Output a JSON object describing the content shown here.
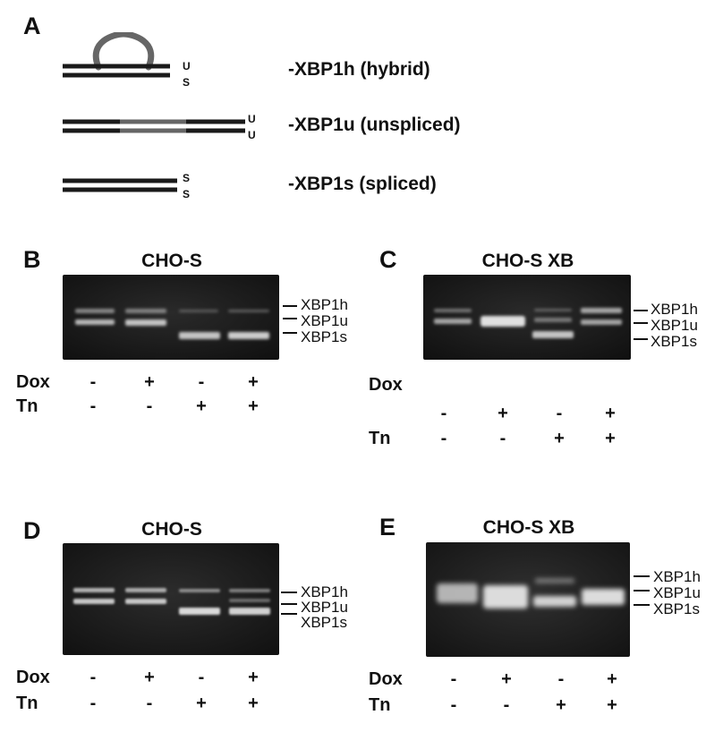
{
  "panel_a": {
    "letter": "A",
    "rows": [
      {
        "label": "-XBP1h (hybrid)",
        "top": "U",
        "bottom": "S"
      },
      {
        "label": "-XBP1u (unspliced)",
        "top": "U",
        "bottom": "U"
      },
      {
        "label": "-XBP1s (spliced)",
        "top": "S",
        "bottom": "S"
      }
    ]
  },
  "gels": [
    {
      "letter": "B",
      "title": "CHO-S",
      "bands": [
        "XBP1h",
        "XBP1u",
        "XBP1s"
      ],
      "dox": [
        "-",
        "+",
        "-",
        "+"
      ],
      "tn": [
        "-",
        "-",
        "+",
        "+"
      ]
    },
    {
      "letter": "C",
      "title": "CHO-S XB",
      "bands": [
        "XBP1h",
        "XBP1u",
        "XBP1s"
      ],
      "dox": [
        "-",
        "+",
        "-",
        "+"
      ],
      "tn": [
        "-",
        "-",
        "+",
        "+"
      ]
    },
    {
      "letter": "D",
      "title": "CHO-S",
      "bands": [
        "XBP1h",
        "XBP1u",
        "XBP1s"
      ],
      "dox": [
        "-",
        "+",
        "-",
        "+"
      ],
      "tn": [
        "-",
        "-",
        "+",
        "+"
      ]
    },
    {
      "letter": "E",
      "title": "CHO-S XB",
      "bands": [
        "XBP1h",
        "XBP1u",
        "XBP1s"
      ],
      "dox": [
        "-",
        "+",
        "-",
        "+"
      ],
      "tn": [
        "-",
        "-",
        "+",
        "+"
      ]
    }
  ],
  "row_labels": {
    "dox": "Dox",
    "tn": "Tn"
  },
  "colors": {
    "strand": "#1a1a1a",
    "loop": "#666666",
    "gel_bg": "#1c1c1c",
    "band": "#e8e8e8"
  }
}
